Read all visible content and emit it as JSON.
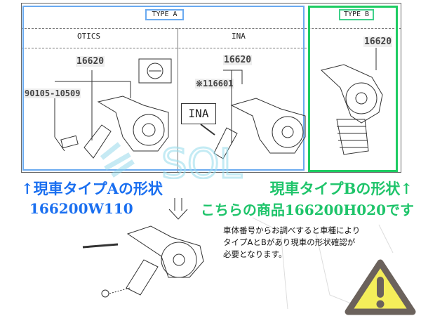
{
  "diagram": {
    "type_a_label": "TYPE A",
    "type_b_label": "TYPE B",
    "column_otics": "OTICS",
    "column_ina": "INA",
    "otics_part_number": "16620",
    "otics_bolt_number": "90105-10509",
    "ina_part_number": "16620",
    "ina_sub_part_number": "※116601",
    "ina_tag": "INA",
    "type_b_part_number": "16620",
    "watermark": "SOL"
  },
  "captions": {
    "type_a_shape": "↑現車タイプAの形状",
    "type_a_part": "166200W110",
    "type_b_shape": "現車タイプBの形状↑",
    "type_b_product": "こちらの商品166200H020です"
  },
  "note": {
    "lines": [
      "車体番号からお調べすると車種により",
      "タイプAとBがあり現車の形状確認が",
      "必要となります。"
    ]
  },
  "colors": {
    "type_a": "#1a6ff0",
    "type_b": "#1ec46a",
    "warning": "#f4ee5a"
  }
}
